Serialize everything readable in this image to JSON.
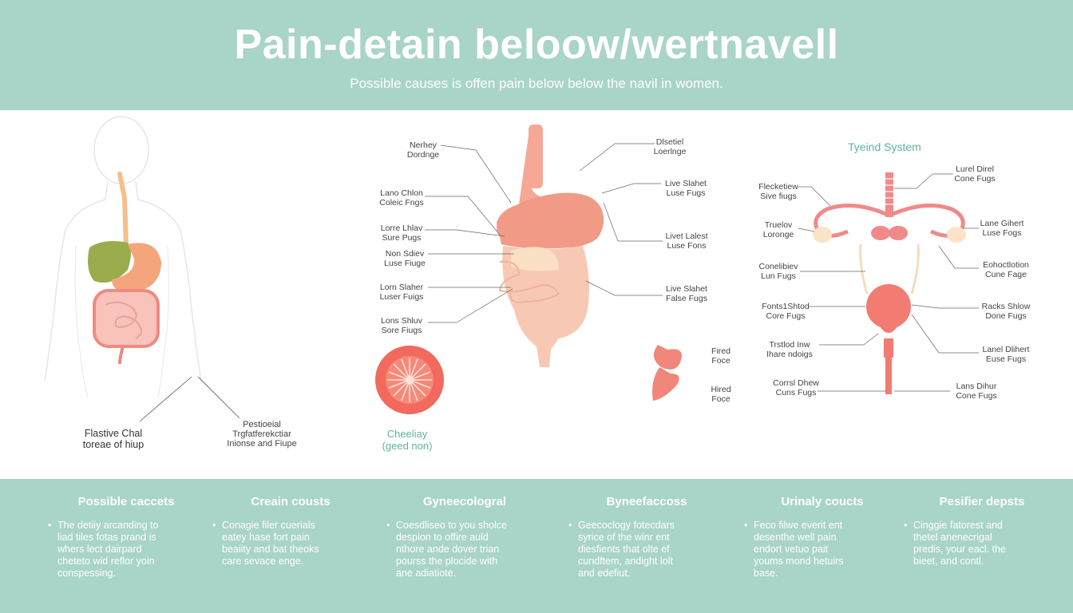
{
  "header": {
    "title": "Pain-detain beloow/wertnavell",
    "subtitle": "Possible causes is offen pain below below the navil in women."
  },
  "figure1": {
    "label_left": "Flastive Chal\ntoreae of hiup",
    "label_right": "Pestioeial\nTrgfatferekctiar\nInionse and Fiupe"
  },
  "figure2": {
    "labels_left": [
      "Nerhey\nDordnge",
      "Lano Chlon\nColeic Fngs",
      "Lorre Lhlav\nSure Pugs",
      "Non Sdiev\nLuse Fiuge",
      "Lorn Slaher\nLuser Fuigs",
      "Lons Shluv\nSore Fiugs"
    ],
    "labels_right": [
      "Dlsetiel\nLoerlnge",
      "Live Slahet\nLuse Fugs",
      "Livet Lalest\nLuse Fons",
      "Live Slahet\nFalse Fugs",
      "Fired\nFoce",
      "Hired\nFoce"
    ],
    "badge_label": "Cheeliay\n(geed non)"
  },
  "figure3": {
    "title": "Tyeind System",
    "labels_left": [
      "Flecketiew\nSive fiugs",
      "Truelov\nLoronge",
      "Conelibiev\nLun Fugs",
      "Fonts1Shtod\nCore Fugs",
      "Trstlod Inw\nIhare ndoigs",
      "Corrsl Dhew\nCuns Fugs"
    ],
    "labels_right": [
      "Lurel Direl\nCone Fugs",
      "Lane Gihert\nLuse Fogs",
      "Eohoctlotion\nCune Fage",
      "Racks Shlow\nDone Fugs",
      "Lanel Dlihert\nEuse Fugs",
      "Lans Dihur\nCone Fugs"
    ]
  },
  "footer": {
    "columns": [
      {
        "title": "Possible caccets",
        "text": "The detiiy arcanding to\nliad tiles fotas prand is\nwhers lect dairpard\ncheteto wid reflor yoin\nconspessing."
      },
      {
        "title": "Creain cousts",
        "text": "Conagie filer cuerials\neatey hase fort pain\nbeaiity and bat theoks\ncare sevace enge."
      },
      {
        "title": "Gyneecologral",
        "text": "Coesdliseo to you sholce\ndespion to offire auld\nnthore ande dover trian\npourss the plocide with\nane adiatiote."
      },
      {
        "title": "Byneefaccoss",
        "text": "Geecoclogy fotecdars\nsyrice of the winr ent\ndiesfients that olte ef\ncundftem, andight lolt\nand edefiut."
      },
      {
        "title": "Urinaly coucts",
        "text": "Feco filwe everit ent\ndesenthe well pain\nendort vetuo pait\nyoums mond hetuirs\nbase."
      },
      {
        "title": "Pesifier depsts",
        "text": "Cinggie fatorest and\nthetel anenecrigal\npredis, your eacl. the\nbieet, and contl."
      }
    ]
  },
  "colors": {
    "header_bg": "#a9d4c8",
    "accent_teal": "#5cb3a3",
    "organ_pink": "#f0877a",
    "organ_red": "#e8665c"
  }
}
